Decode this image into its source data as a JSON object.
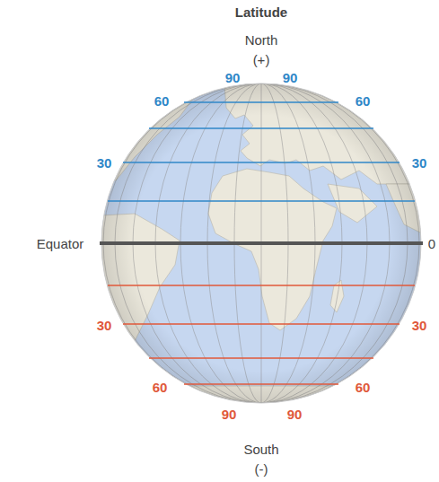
{
  "diagram": {
    "title": "Latitude",
    "labels": [
      "North",
      "(+)",
      "90",
      "90",
      "60",
      "60",
      "30",
      "30",
      "Equator",
      "0",
      "30",
      "30",
      "60",
      "60",
      "90",
      "90",
      "South",
      "(-)"
    ]
  }
}
